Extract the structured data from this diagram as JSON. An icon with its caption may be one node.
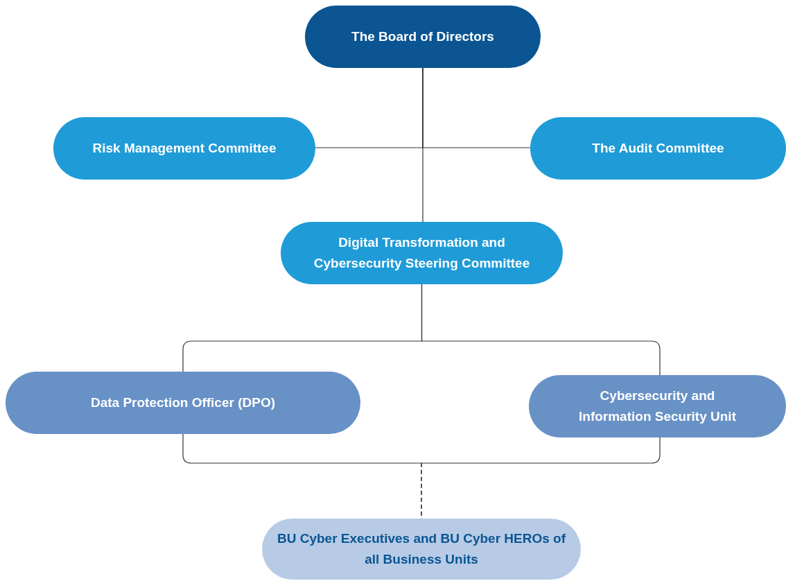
{
  "diagram": {
    "nodes": [
      {
        "text": [
          "The Board of Directors"
        ]
      },
      {
        "text": [
          "Risk Management Committee"
        ]
      },
      {
        "text": [
          "The Audit Committee"
        ]
      },
      {
        "text": [
          "Digital Transformation and Cybersecurity Steering Committee"
        ]
      },
      {
        "text": [
          "Data Protection Officer (DPO)"
        ]
      },
      {
        "text": [
          "Cybersecurity and Information Security Unit"
        ]
      },
      {
        "text": [
          "BU Cyber Executives and BU Cyber HEROs of all Business Units"
        ]
      }
    ],
    "edges": [
      {
        "from": 0,
        "to": 3,
        "arrow": "none"
      },
      {
        "from": 0,
        "to": 1,
        "arrow": "none"
      },
      {
        "from": 0,
        "to": 2,
        "arrow": "none"
      },
      {
        "from": 3,
        "to": 4,
        "arrow": "none"
      },
      {
        "from": 3,
        "to": 5,
        "arrow": "none"
      },
      {
        "from": 4,
        "to": 6,
        "arrow": "none",
        "style": "dashed"
      },
      {
        "from": 5,
        "to": 6,
        "arrow": "none",
        "style": "dashed"
      }
    ]
  }
}
